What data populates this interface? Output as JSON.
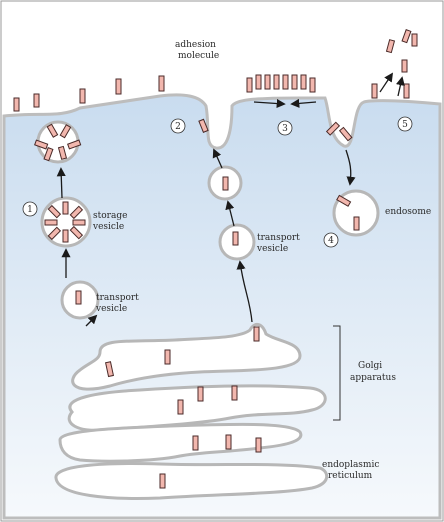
{
  "labels": {
    "adhesion_line1": "adhesion",
    "adhesion_line2": "molecule",
    "storage_line1": "storage",
    "storage_line2": "vesicle",
    "transport_left_line1": "transport",
    "transport_left_line2": "vesicle",
    "transport_mid_line1": "transport",
    "transport_mid_line2": "vesicle",
    "endosome": "endosome",
    "golgi_line1": "Golgi",
    "golgi_line2": "apparatus",
    "er_line1": "endoplasmic",
    "er_line2": "reticulum"
  },
  "steps": [
    "1",
    "2",
    "3",
    "4",
    "5"
  ],
  "colors": {
    "cytoplasm_top": "#cfe0f1",
    "cytoplasm_bottom": "#f4f8fc",
    "membrane": "#bcbcbc",
    "molecule_fill": "#f2b7ae",
    "molecule_stroke": "#4a2a28",
    "organelle_fill": "#ffffff"
  }
}
